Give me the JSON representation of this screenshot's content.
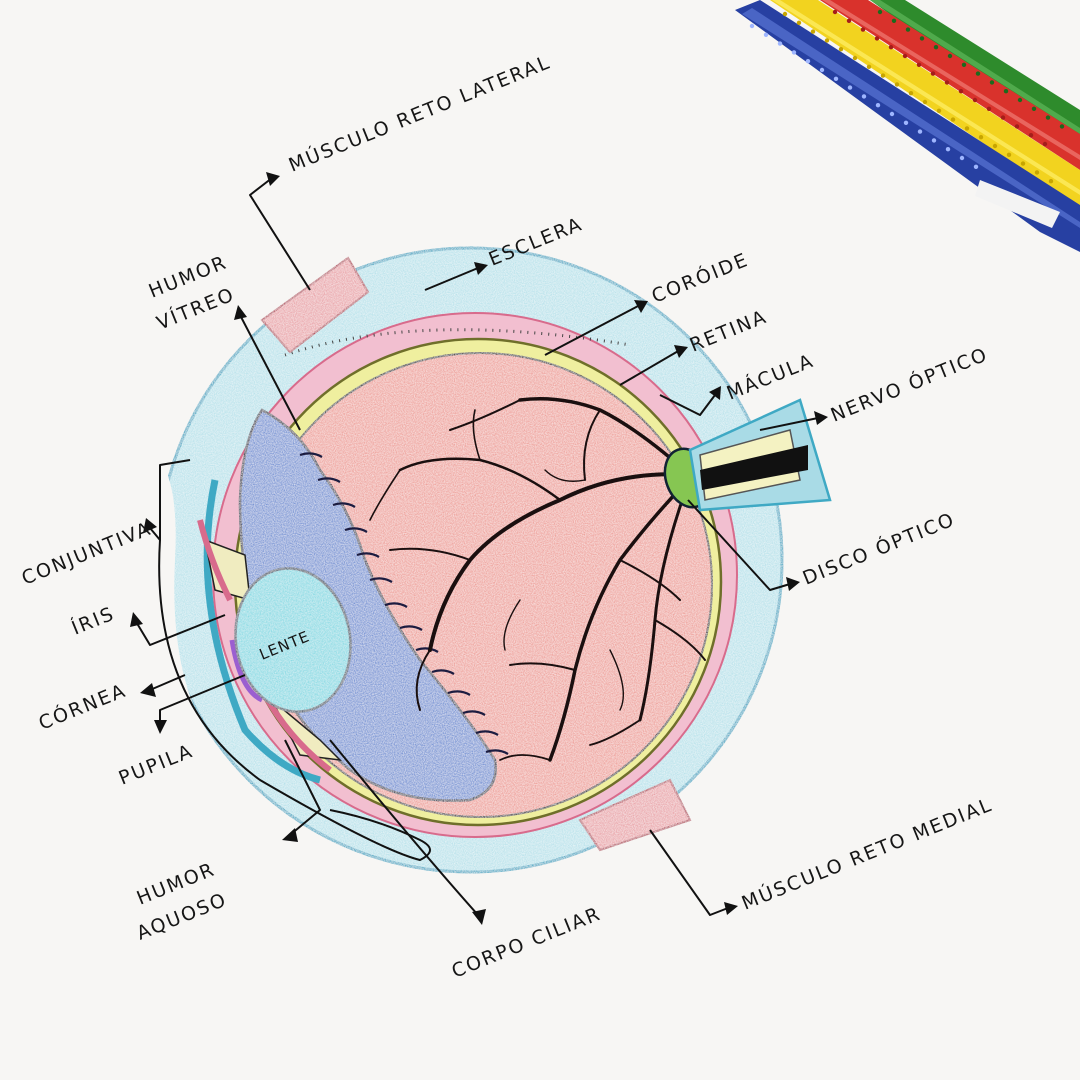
{
  "labels": {
    "musculo_reto_lateral": "MÚSCULO RETO LATERAL",
    "esclera": "ESCLERA",
    "coroide": "CORÓIDE",
    "retina": "RETINA",
    "macula": "MÁCULA",
    "nervo_optico": "NERVO ÓPTICO",
    "disco_optico": "DISCO ÓPTICO",
    "musculo_reto_medial": "MÚSCULO RETO MEDIAL",
    "corpo_ciliar": "CORPO CILIAR",
    "humor_aquoso_1": "HUMOR",
    "humor_aquoso_2": "AQUOSO",
    "pupila": "PUPILA",
    "cornea": "CÓRNEA",
    "iris": "ÍRIS",
    "conjuntiva": "CONJUNTIVA",
    "humor_vitreo_1": "HUMOR",
    "humor_vitreo_2": "VÍTREO",
    "lente": "LENTE"
  },
  "colors": {
    "paper": "#f7f6f4",
    "background": "#e7e5e3",
    "sclera_cyan": "#9fd6e2",
    "retina_red": "#ee9d96",
    "vitreous_blue": "#6f8fd2",
    "lens_cyan": "#79d7e1",
    "muscle_pink": "#e9a0a6",
    "choroid_pink": "#efb3c2",
    "retina_yellow": "#ecec9e",
    "nerve_green": "#7cc44f",
    "vessels": "#1a0f0f"
  },
  "pencils": [
    "green",
    "red",
    "yellow",
    "blue"
  ]
}
